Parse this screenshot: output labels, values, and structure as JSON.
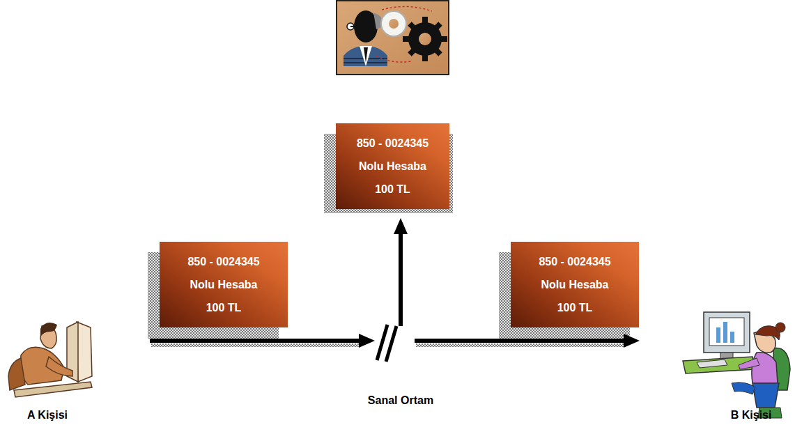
{
  "diagram": {
    "nodes": [
      {
        "text": [
          "850 - 0024345",
          "Nolu Hesaba",
          "100 TL"
        ]
      },
      {
        "text": [
          "850 - 0024345",
          "Nolu Hesaba",
          "100 TL"
        ]
      },
      {
        "text": [
          "850 - 0024345",
          "Nolu Hesaba",
          "100 TL"
        ]
      }
    ],
    "labels": [
      "Sanal Ortam",
      "A Kişisi",
      "B Kişisi"
    ]
  }
}
